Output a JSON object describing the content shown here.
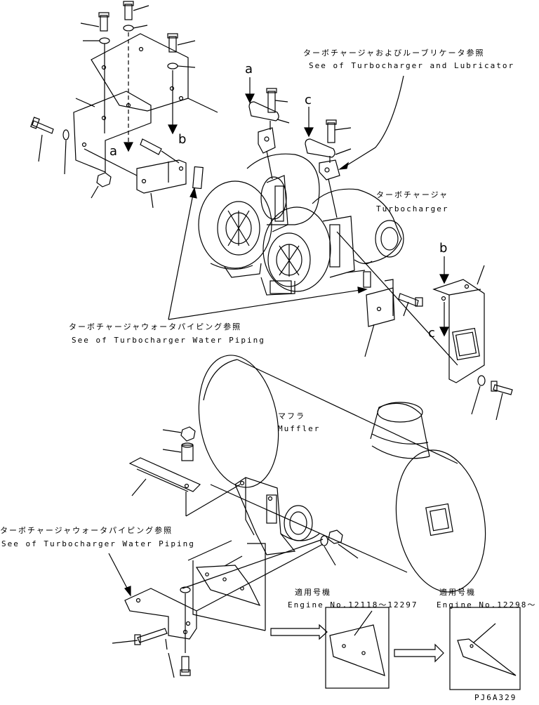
{
  "labels": {
    "ref_turbo_lub_jp": "ターボチャージャおよびルーブリケータ参照",
    "ref_turbo_lub_en": "See of Turbocharger and Lubricator",
    "turbo_jp": "ターボチャージャ",
    "turbo_en": "Turbocharger",
    "ref_water1_jp": "ターボチャージャウォータパイピング参照",
    "ref_water1_en": "See of Turbocharger Water Piping",
    "muffler_jp": "マフラ",
    "muffler_en": "Muffler",
    "ref_water2_jp": "ターボチャージャウォータパイピング参照",
    "ref_water2_en": "See of Turbocharger Water Piping",
    "applicable1_jp": "適用号機",
    "applicable1_en": "Engine No.12118～12297",
    "applicable2_jp": "適用号機",
    "applicable2_en": "Engine No.12298～",
    "drawing_code": "PJ6A329"
  },
  "callouts": {
    "a1": "a",
    "a2": "a",
    "b1": "b",
    "b2": "b",
    "c1": "c",
    "c2": "c"
  }
}
